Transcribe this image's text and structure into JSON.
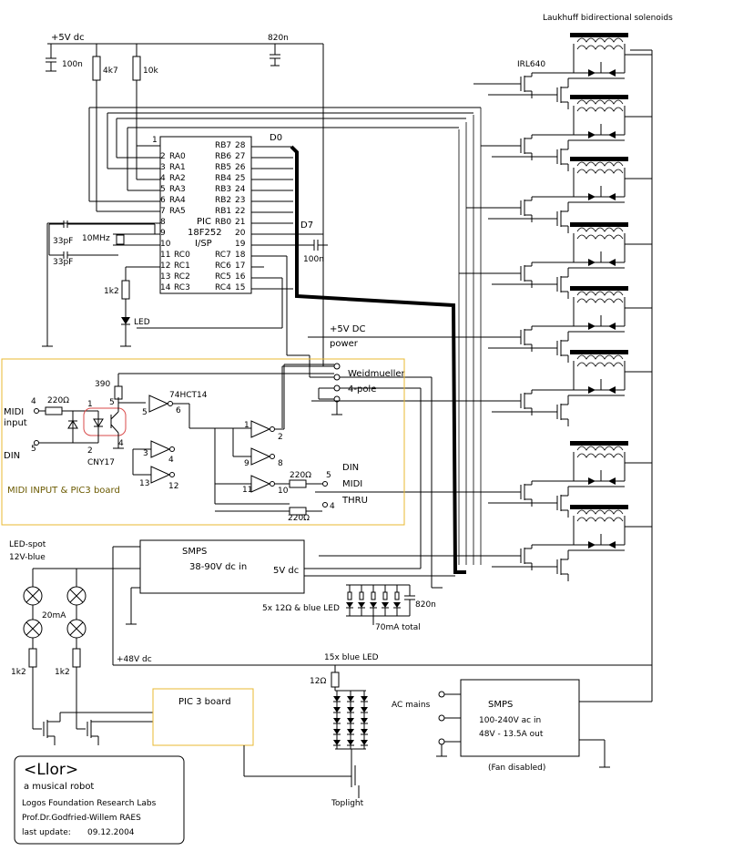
{
  "title_block": {
    "project": "<Llor>",
    "subtitle": "a musical robot",
    "lab": "Logos Foundation Research Labs",
    "author": "Prof.Dr.Godfried-Willem RAES",
    "update_label": "last update:",
    "update_date": "09.12.2004"
  },
  "power": {
    "vcc_label": "+5V dc",
    "c_100n": "100n",
    "c_820n_top": "820n",
    "r_4k7": "4k7",
    "r_10k": "10k",
    "plus5_dc": "+5V DC",
    "power": "power",
    "weidmueller": "Weidmueller",
    "four_pole": "4-pole",
    "plus48": "+48V dc"
  },
  "pic": {
    "line1": "PIC",
    "line2": "18F252",
    "line3": "I/SP",
    "left_pins": [
      {
        "num": "1",
        "name": ""
      },
      {
        "num": "2",
        "name": "RA0"
      },
      {
        "num": "3",
        "name": "RA1"
      },
      {
        "num": "4",
        "name": "RA2"
      },
      {
        "num": "5",
        "name": "RA3"
      },
      {
        "num": "6",
        "name": "RA4"
      },
      {
        "num": "7",
        "name": "RA5"
      },
      {
        "num": "8",
        "name": ""
      },
      {
        "num": "9",
        "name": ""
      },
      {
        "num": "10",
        "name": ""
      },
      {
        "num": "11",
        "name": "RC0"
      },
      {
        "num": "12",
        "name": "RC1"
      },
      {
        "num": "13",
        "name": "RC2"
      },
      {
        "num": "14",
        "name": "RC3"
      }
    ],
    "right_pins": [
      {
        "num": "28",
        "name": "RB7"
      },
      {
        "num": "27",
        "name": "RB6"
      },
      {
        "num": "26",
        "name": "RB5"
      },
      {
        "num": "25",
        "name": "RB4"
      },
      {
        "num": "24",
        "name": "RB3"
      },
      {
        "num": "23",
        "name": "RB2"
      },
      {
        "num": "22",
        "name": "RB1"
      },
      {
        "num": "21",
        "name": "RB0"
      },
      {
        "num": "20",
        "name": ""
      },
      {
        "num": "19",
        "name": ""
      },
      {
        "num": "18",
        "name": "RC7"
      },
      {
        "num": "17",
        "name": "RC6"
      },
      {
        "num": "16",
        "name": "RC5"
      },
      {
        "num": "15",
        "name": "RC4"
      }
    ],
    "d0": "D0",
    "d7": "D7",
    "c_100n_right": "100n"
  },
  "oscillator": {
    "c1": "33pF",
    "c2": "33pF",
    "crystal": "10MHz"
  },
  "led_circuit": {
    "r": "1k2",
    "led": "LED"
  },
  "solenoids": {
    "title": "Laukhuff bidirectional solenoids",
    "mosfet": "IRL640"
  },
  "midi_board": {
    "board_label": "MIDI INPUT & PIC3 board",
    "midi_input_1": "MIDI",
    "midi_input_2": "input",
    "din": "DIN",
    "pin4": "4",
    "pin5": "5",
    "r220": "220Ω",
    "r390": "390",
    "opto": "CNY17",
    "chip": "74HCT14",
    "opto_pins": [
      "1",
      "2",
      "5",
      "4"
    ],
    "gate_pins": [
      "5",
      "6",
      "1",
      "2",
      "3",
      "4",
      "9",
      "8",
      "13",
      "12",
      "11",
      "10"
    ],
    "thru_r1": "220Ω",
    "thru_r2": "220Ω",
    "thru_pin5": "5",
    "thru_pin4": "4",
    "din_out": "DIN",
    "midi_out": "MIDI",
    "thru_out": "THRU"
  },
  "smps1": {
    "title": "SMPS",
    "in": "38-90V dc in",
    "out": "5V dc",
    "leds": "5x 12Ω & blue LED",
    "current": "70mA total",
    "cap": "820n"
  },
  "spots": {
    "label1": "LED-spot",
    "label2": "12V-blue",
    "current": "20mA",
    "r1": "1k2",
    "r2": "1k2"
  },
  "pic3": {
    "label": "PIC 3 board"
  },
  "toplight": {
    "header": "15x blue LED",
    "r": "12Ω",
    "label": "Toplight"
  },
  "smps2": {
    "ac": "AC mains",
    "title": "SMPS",
    "in": "100-240V ac in",
    "out": "48V - 13.5A out",
    "note": "(Fan disabled)"
  }
}
